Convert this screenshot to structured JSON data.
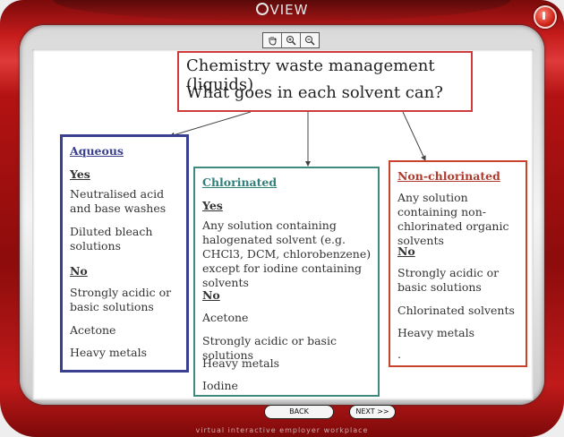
{
  "app": {
    "brand": "VIEW",
    "footer": "virtual interactive employer workplace"
  },
  "toolbar": {
    "tools": [
      "pan-icon",
      "zoom-in-icon",
      "zoom-out-icon"
    ]
  },
  "nav": {
    "back_label": "BACK",
    "next_label": "NEXT >>"
  },
  "colors": {
    "shell": "#b31212",
    "aqueous": "#3a3f8f",
    "chlorinated": "#3e8a7c",
    "nonchlorinated": "#c9432c",
    "title_border": "#cf3a3a"
  },
  "flowchart": {
    "title_line1": "Chemistry waste management (liquids)",
    "title_line2": "What goes in each solvent can?",
    "aqueous": {
      "heading": "Aqueous",
      "yes": "Yes",
      "yes_items": [
        "Neutralised acid and base washes",
        "Diluted bleach solutions"
      ],
      "no": "No",
      "no_items": [
        "Strongly acidic or basic solutions",
        "Acetone",
        "Heavy metals"
      ]
    },
    "chlorinated": {
      "heading": "Chlorinated",
      "yes": "Yes",
      "yes_text": "Any solution containing halogenated solvent (e.g. CHCl3, DCM, chlorobenzene) except for iodine containing solvents",
      "no": "No",
      "no_items": [
        "Acetone",
        "Strongly acidic or basic solutions",
        "Heavy metals",
        "Iodine"
      ]
    },
    "nonchlorinated": {
      "heading": "Non-chlorinated",
      "intro": "Any solution containing non-chlorinated organic solvents",
      "no": "No",
      "no_items": [
        "Strongly acidic or basic solutions",
        "Chlorinated solvents",
        "Heavy metals",
        "."
      ]
    }
  }
}
